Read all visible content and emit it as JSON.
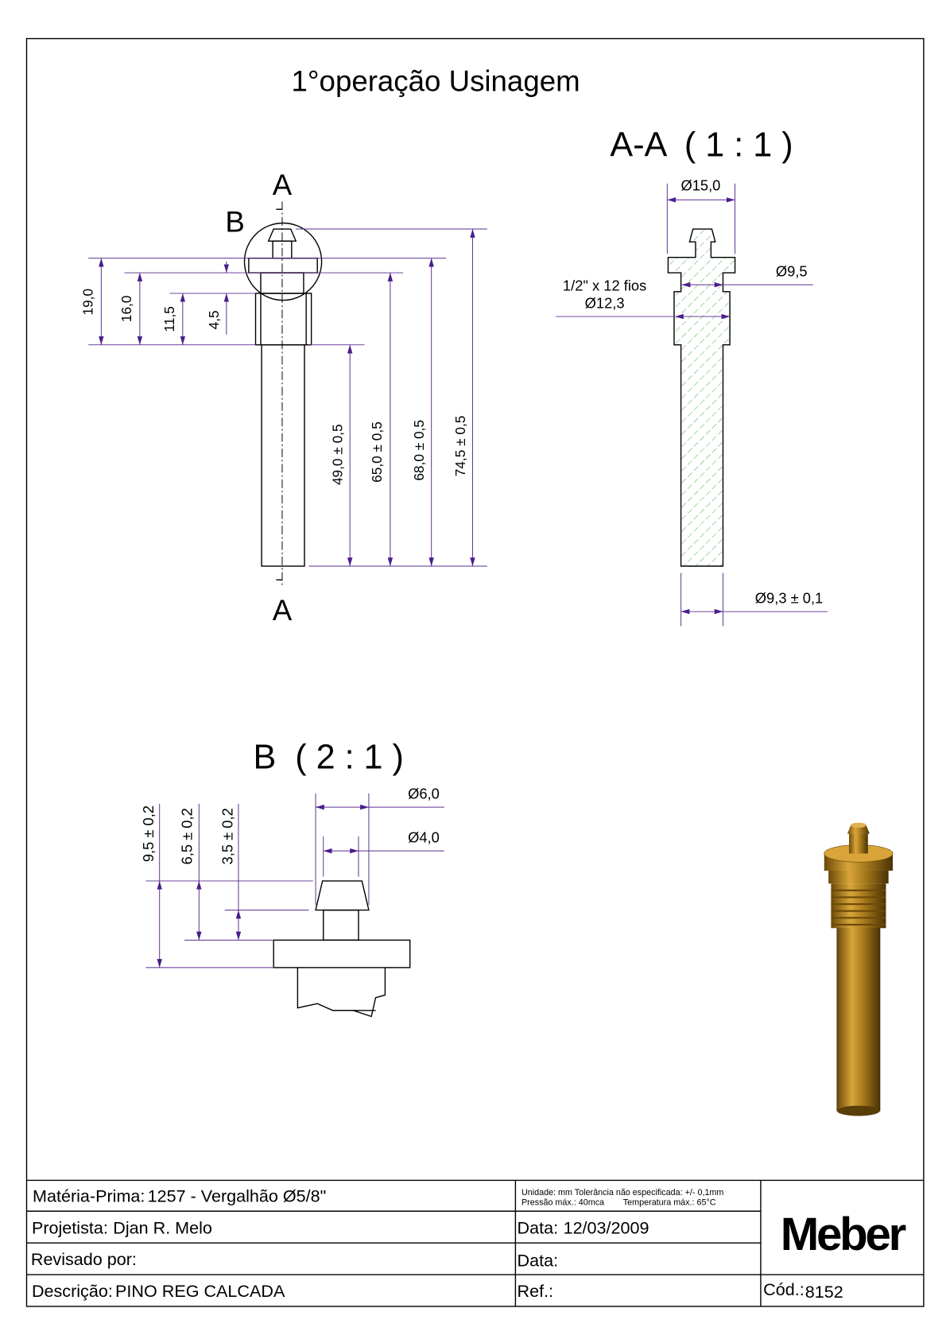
{
  "title": "1°operação Usinagem",
  "main_view": {
    "section_label_top": "A",
    "section_label_bottom": "A",
    "detail_label": "B",
    "dims": [
      "19,0",
      "16,0",
      "11,5",
      "4,5",
      "49,0 ± 0,5",
      "65,0 ± 0,5",
      "68,0 ± 0,5",
      "74,5 ± 0,5"
    ]
  },
  "section_view": {
    "title": "A-A  ( 1 : 1 )",
    "dia_flange": "Ø15,0",
    "dia_neck": "Ø9,5",
    "thread_label": "1/2\" x 12 fios",
    "thread_dia": "Ø12,3",
    "dia_shaft": "Ø9,3 ± 0,1",
    "hatch_color": "#2e9a2e"
  },
  "detail_view": {
    "title": "B  ( 2 : 1 )",
    "dims": [
      "9,5 ± 0,2",
      "6,5 ± 0,2",
      "3,5 ± 0,2"
    ],
    "dia_top": "Ø6,0",
    "dia_neck": "Ø4,0"
  },
  "title_block": {
    "materia_label": "Matéria-Prima:",
    "materia_value": "1257 - Vergalhão Ø5/8\"",
    "notes_line1": "Unidade: mm Tolerância não especificada: +/- 0,1mm",
    "notes_line2": "Pressão máx.: 40mca        Temperatura máx.: 65°C",
    "projetista_label": "Projetista:",
    "projetista_value": "Djan R. Melo",
    "data_label": "Data:",
    "data_value": "12/03/2009",
    "revisado_label": "Revisado por:",
    "data2_label": "Data:",
    "descricao_label": "Descrição:",
    "descricao_value": "PINO REG CALCADA",
    "ref_label": "Ref.:",
    "cod_label": "Cód.:",
    "cod_value": "8152",
    "logo": "Meber"
  },
  "colors": {
    "dimension": "#5a2d91",
    "render": "#b8860b"
  }
}
